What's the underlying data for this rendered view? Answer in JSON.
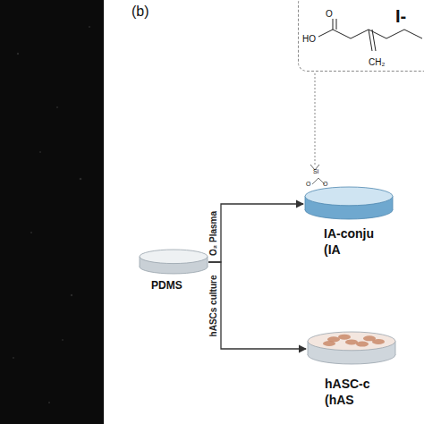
{
  "diagram": {
    "nodes": [
      {
        "text": [
          "PDMS"
        ]
      },
      {
        "text": [
          "I-",
          "HO",
          "CH₂",
          "O"
        ]
      },
      {
        "text": [
          "IA-conju (IA"
        ]
      },
      {
        "text": [
          "hASC-c (hAS"
        ]
      }
    ],
    "edges": [
      {
        "from": 0,
        "to": 2,
        "label": "O₂ Plasma",
        "arrow": "to"
      },
      {
        "from": 0,
        "to": 3,
        "label": "hASCs culture",
        "arrow": "to"
      }
    ],
    "labels": [
      "(b)",
      "Si",
      "O",
      "O"
    ]
  }
}
